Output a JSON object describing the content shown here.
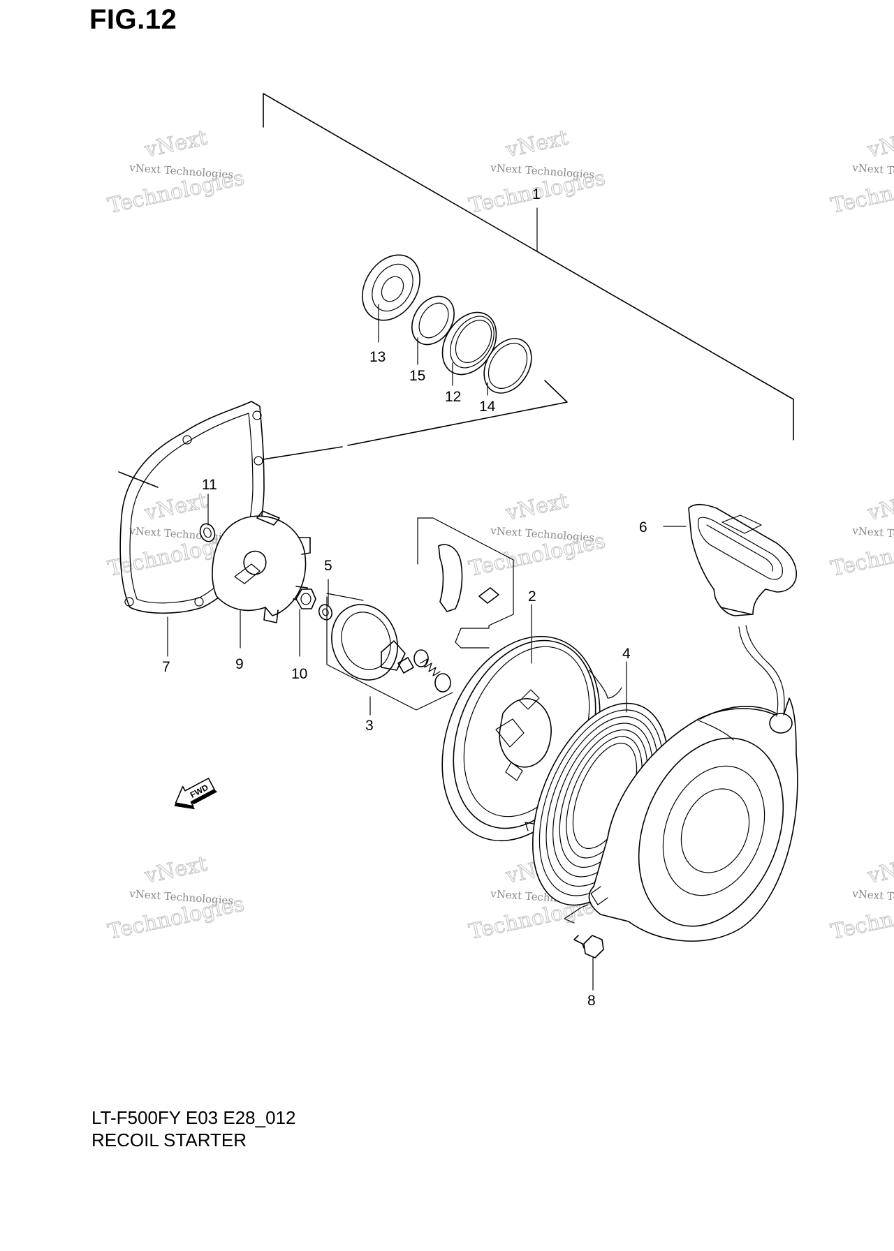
{
  "figure": {
    "title": "FIG.12",
    "model_code": "LT-F500FY E03 E28_012",
    "section_name": "RECOIL STARTER"
  },
  "fwd_label": "FWD",
  "watermark": {
    "line1": "vNext",
    "line2": "vNext Technologies",
    "line3": "Technologies"
  },
  "callouts": [
    "1",
    "2",
    "3",
    "4",
    "5",
    "6",
    "7",
    "8",
    "9",
    "10",
    "11",
    "12",
    "13",
    "14",
    "15"
  ]
}
